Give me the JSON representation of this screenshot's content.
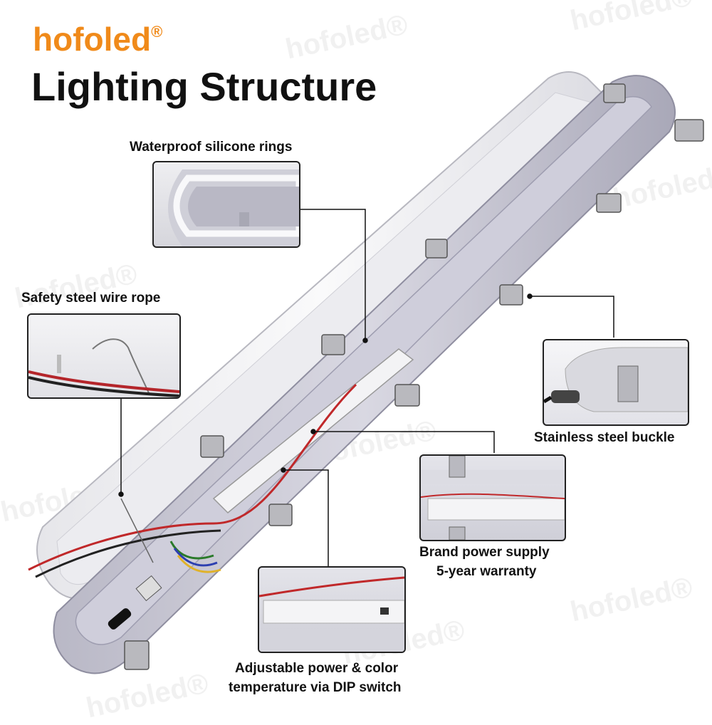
{
  "brand": {
    "name": "hofoled",
    "mark": "®"
  },
  "headline": "Lighting Structure",
  "callouts": {
    "silicone_rings": "Waterproof silicone rings",
    "wire_rope": "Safety steel wire rope",
    "buckle": "Stainless steel buckle",
    "power_supply_line1": "Brand power supply",
    "power_supply_line2": "5-year warranty",
    "dip_line1": "Adjustable power & color",
    "dip_line2": "temperature via DIP switch"
  },
  "watermark": "hofoled®",
  "colors": {
    "brand": "#f08a1a",
    "headline": "#111111",
    "housing": "#c9c8d4",
    "cover": "#f2f2f4"
  }
}
